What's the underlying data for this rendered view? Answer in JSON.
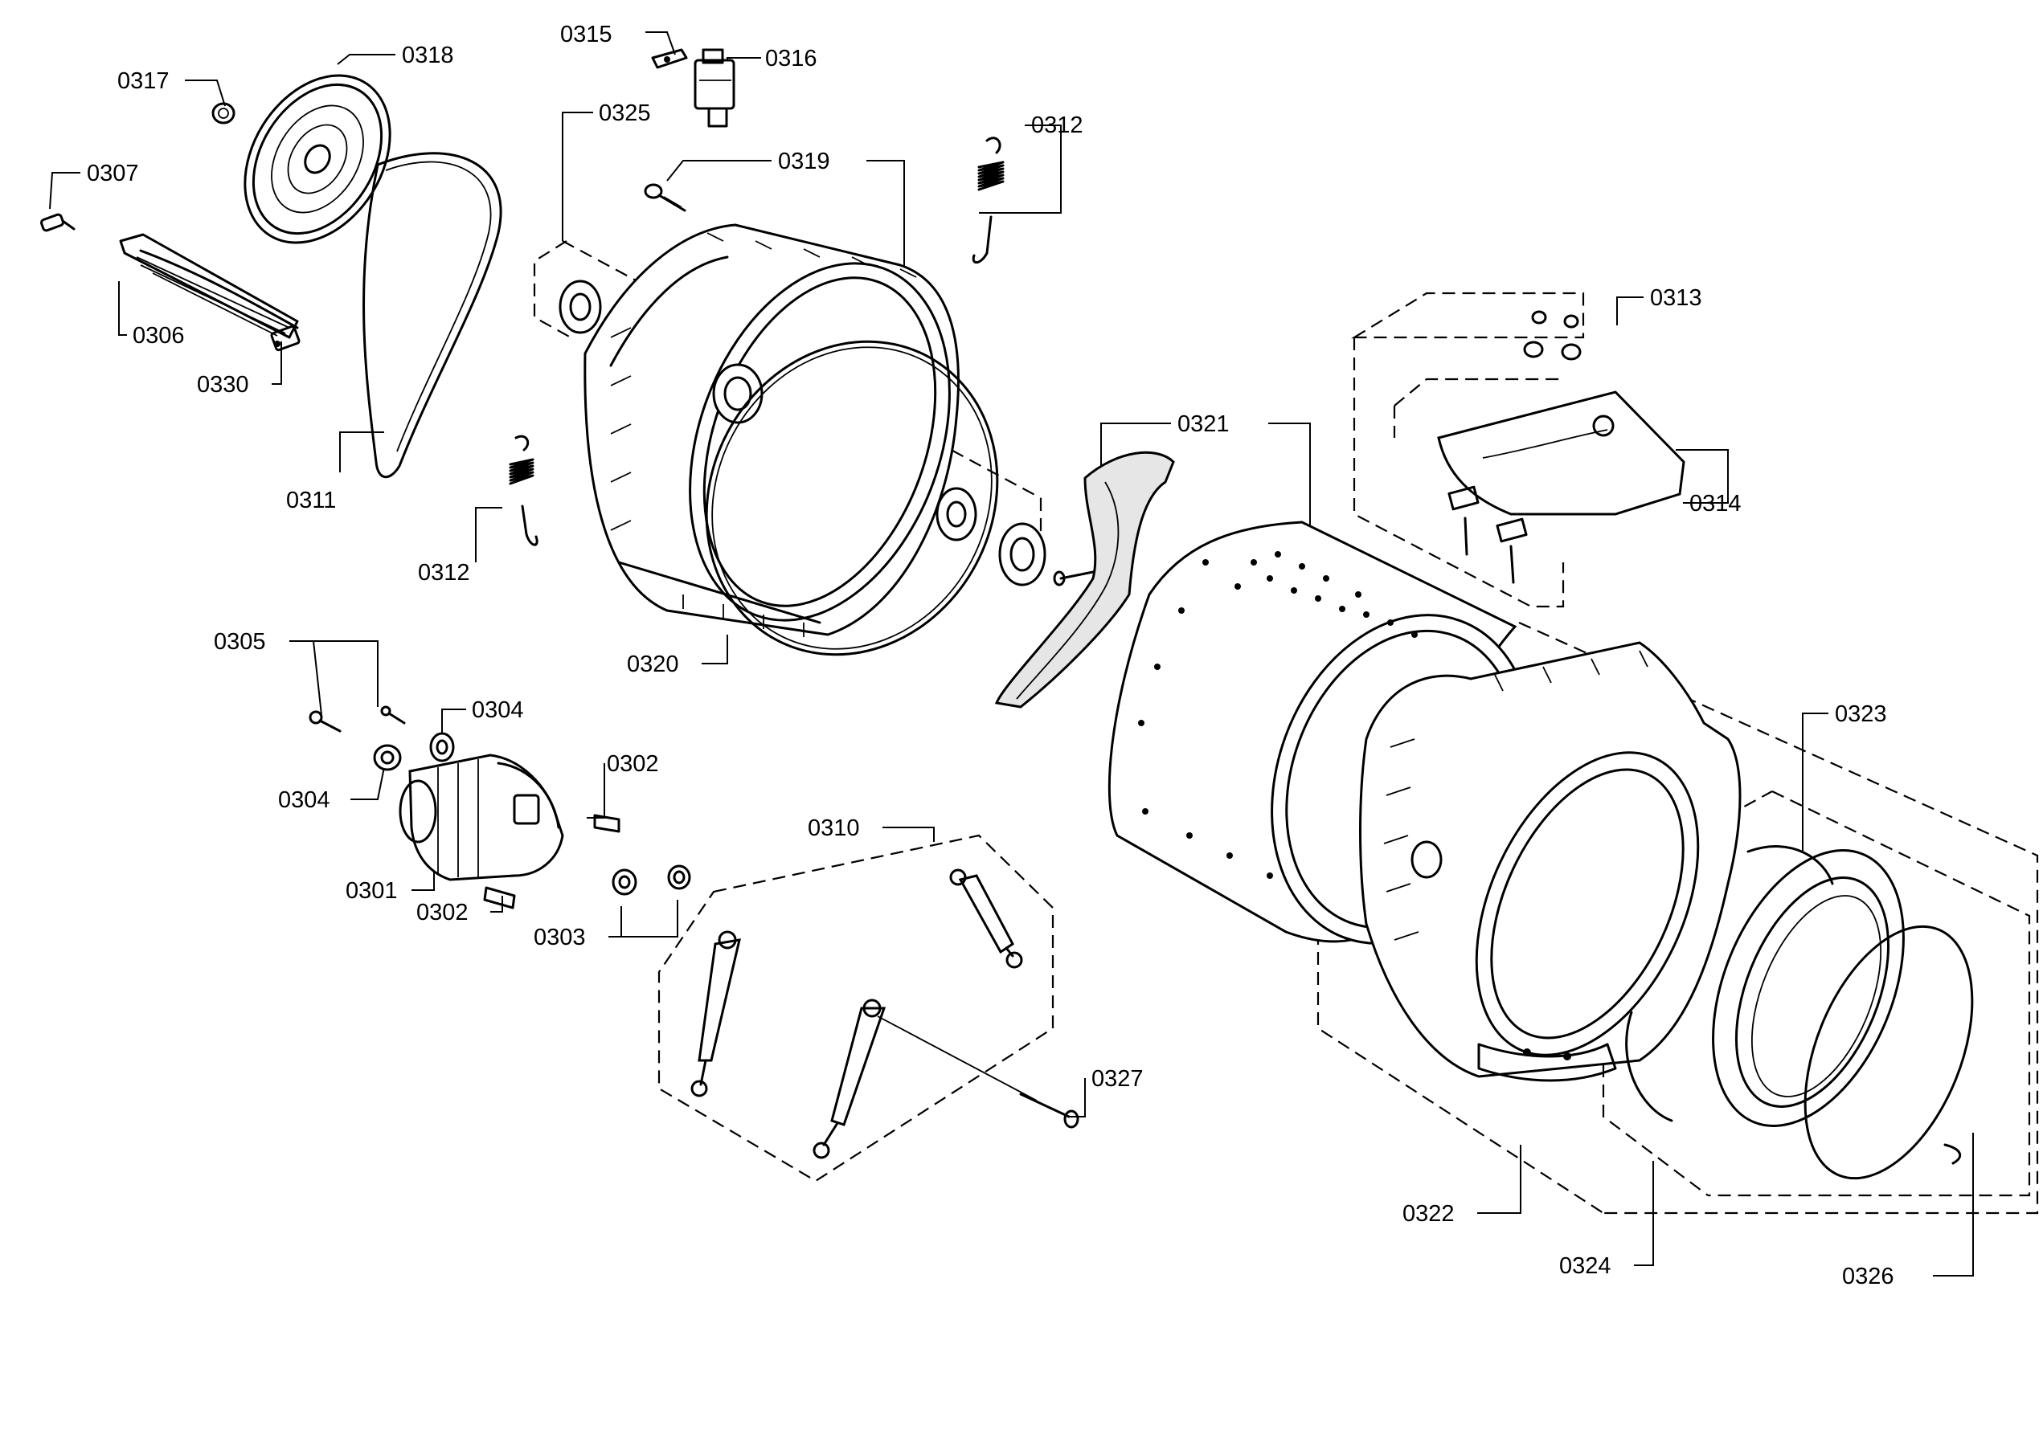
{
  "labels": {
    "p0301": "0301",
    "p0302a": "0302",
    "p0302b": "0302",
    "p0303": "0303",
    "p0304a": "0304",
    "p0304b": "0304",
    "p0305": "0305",
    "p0306": "0306",
    "p0307": "0307",
    "p0310": "0310",
    "p0311": "0311",
    "p0312a": "0312",
    "p0312b": "0312",
    "p0313": "0313",
    "p0314": "0314",
    "p0315": "0315",
    "p0316": "0316",
    "p0317": "0317",
    "p0318": "0318",
    "p0319": "0319",
    "p0320": "0320",
    "p0321": "0321",
    "p0322": "0322",
    "p0323": "0323",
    "p0324": "0324",
    "p0325": "0325",
    "p0326": "0326",
    "p0327": "0327",
    "p0330": "0330"
  }
}
